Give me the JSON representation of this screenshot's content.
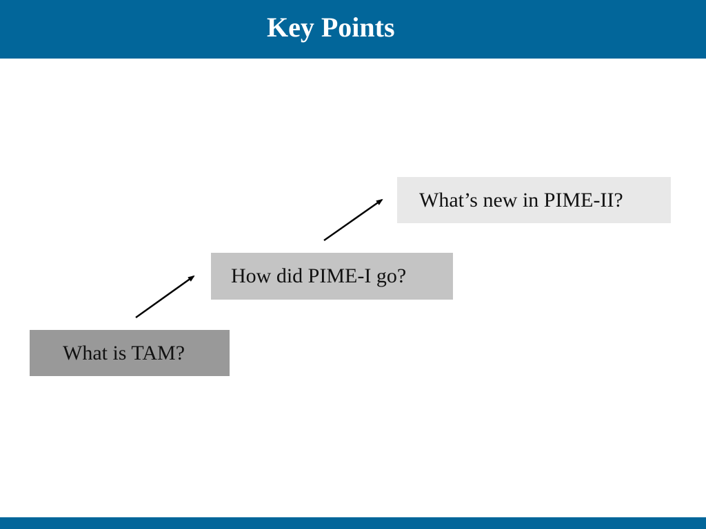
{
  "slide": {
    "title": "Key Points",
    "colors": {
      "header": "#02669a",
      "footer": "#02669a",
      "box_dark": "#999999",
      "box_mid": "#c4c4c4",
      "box_light": "#e8e8e8"
    }
  },
  "steps": [
    {
      "label": "What is TAM?"
    },
    {
      "label": "How did PIME-I go?"
    },
    {
      "label": "What’s new in PIME-II?"
    }
  ],
  "arrows": [
    {
      "name": "arrow-up-right-icon"
    },
    {
      "name": "arrow-up-right-icon"
    }
  ]
}
